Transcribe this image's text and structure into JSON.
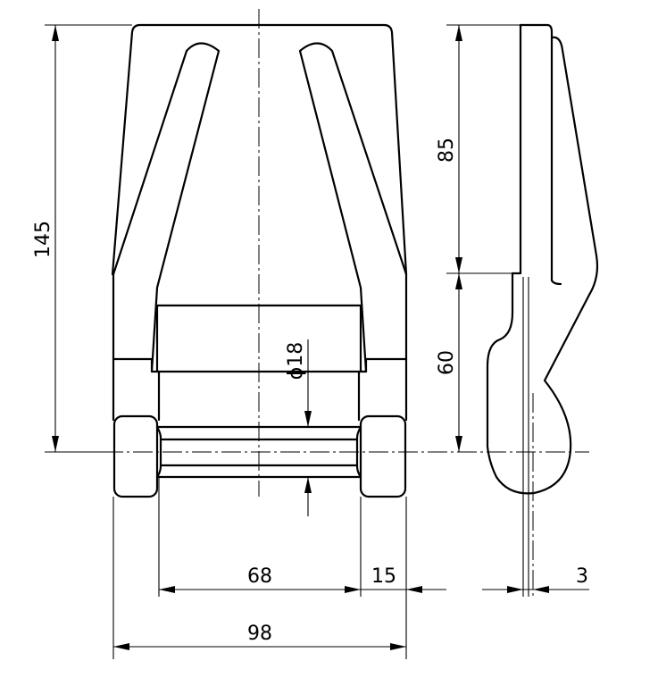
{
  "dimensions": {
    "overall_height": "145",
    "upper_height": "85",
    "lower_height": "60",
    "pin_diameter": "ϕ18",
    "inner_width": "68",
    "collar_width": "15",
    "thickness": "3",
    "overall_width": "98"
  }
}
